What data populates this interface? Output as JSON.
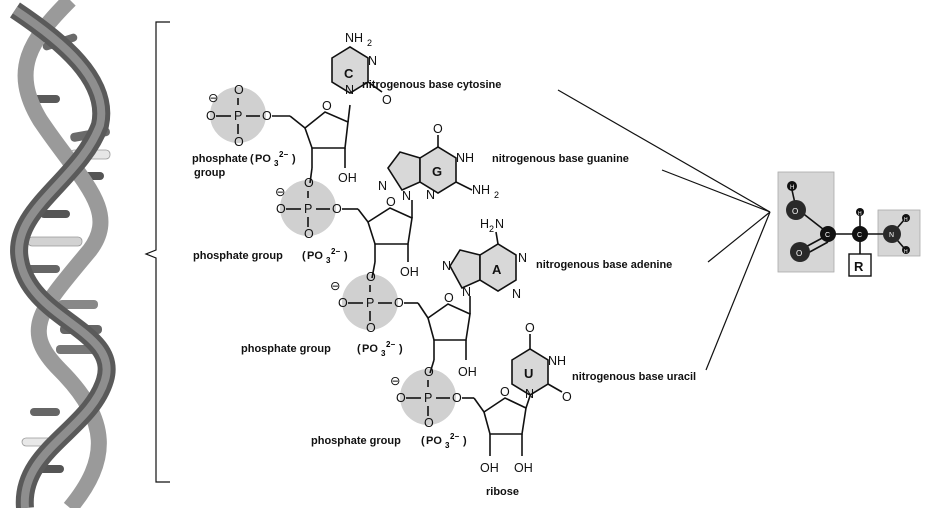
{
  "labels": {
    "cytosine": "nitrogenous base cytosine",
    "guanine": "nitrogenous base guanine",
    "adenine": "nitrogenous base adenine",
    "uracil": "nitrogenous base uracil",
    "phosphate_1_line1": "phosphate",
    "phosphate_1_line2": "group",
    "phosphate_formula_open": "(",
    "phosphate_formula_po": "PO",
    "phosphate_formula_sub": "3",
    "phosphate_formula_sup": "2−",
    "phosphate_formula_close": ")",
    "phosphate_group": "phosphate group",
    "ribose": "ribose"
  },
  "atoms": {
    "P": "P",
    "O": "O",
    "N": "N",
    "NH": "NH",
    "NH2": "NH",
    "H2N": "H",
    "two": "2",
    "OH": "OH",
    "minus": "⊖"
  },
  "bases": {
    "C": "C",
    "G": "G",
    "A": "A",
    "U": "U"
  },
  "amino_acid": {
    "O": "O",
    "C": "C",
    "N": "N",
    "H": "H",
    "R": "R"
  },
  "colors": {
    "phosphate_circle": "#d0d0d0",
    "base_ring_fill": "#d8d8d8",
    "helix_dark": "#5a5a5a",
    "helix_mid": "#8a8a8a",
    "helix_light": "#c8c8c8",
    "amino_box": "#d6d6d6"
  }
}
